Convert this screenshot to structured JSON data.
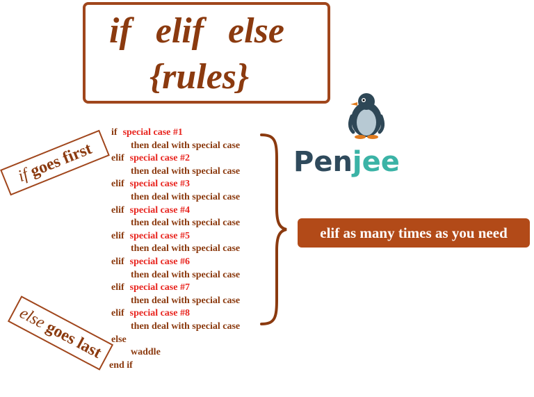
{
  "title": {
    "line1": "if   elif   else",
    "line2": "{rules}"
  },
  "tags": {
    "if_keyword": "if",
    "if_text": "goes first",
    "else_keyword": "else",
    "else_text": "goes last"
  },
  "code": {
    "lines": [
      {
        "kind": "kw",
        "kw": "if",
        "cond": "special case #1"
      },
      {
        "kind": "body",
        "text": "then deal with special case"
      },
      {
        "kind": "kw",
        "kw": "elif",
        "cond": "special case #2"
      },
      {
        "kind": "body",
        "text": "then deal with special case"
      },
      {
        "kind": "kw",
        "kw": "elif",
        "cond": "special case #3"
      },
      {
        "kind": "body",
        "text": "then deal with special case"
      },
      {
        "kind": "kw",
        "kw": "elif",
        "cond": "special case #4"
      },
      {
        "kind": "body",
        "text": "then deal with special case"
      },
      {
        "kind": "kw",
        "kw": "elif",
        "cond": "special case #5"
      },
      {
        "kind": "body",
        "text": "then deal with special case"
      },
      {
        "kind": "kw",
        "kw": "elif",
        "cond": "special case #6"
      },
      {
        "kind": "body",
        "text": "then deal with special case"
      },
      {
        "kind": "kw",
        "kw": "elif",
        "cond": "special case #7"
      },
      {
        "kind": "body",
        "text": "then deal with special case"
      },
      {
        "kind": "kw",
        "kw": "elif",
        "cond": "special case #8"
      },
      {
        "kind": "body",
        "text": "then deal with special case"
      },
      {
        "kind": "kw",
        "kw": "else",
        "cond": ""
      },
      {
        "kind": "body",
        "text": "waddle"
      },
      {
        "kind": "kw",
        "kw": "end if",
        "cond": ""
      }
    ]
  },
  "callout": "elif as many times as you need",
  "brand": {
    "part1": "Pen",
    "part2": "jee"
  },
  "icons": {
    "mascot": "penguin-icon",
    "brace": "curly-brace-icon"
  },
  "colors": {
    "brown": "#8b3a0f",
    "red": "#e8251f",
    "callout_bg": "#b24a18",
    "brand_dark": "#2f4a5c",
    "brand_teal": "#3bb3a6"
  }
}
